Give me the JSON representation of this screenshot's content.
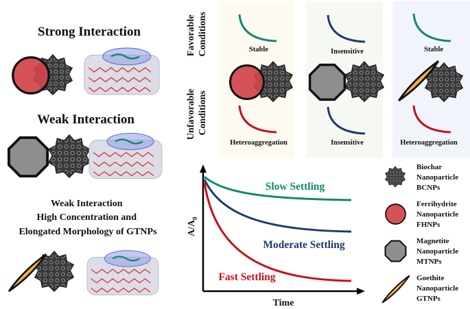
{
  "left_panel": {
    "strong_title": "Strong Interaction",
    "weak_title": "Weak Interaction",
    "weak_gtnp_lines": [
      "Weak Interaction",
      "High Concentration and",
      "Elongated Morphology of GTNPs"
    ]
  },
  "matrix": {
    "row_labels": [
      [
        "Favorable",
        "Conditions"
      ],
      [
        "Unfavorable",
        "Conditions"
      ]
    ],
    "columns": [
      {
        "particle": "FHNPs",
        "favorable": "Stable",
        "unfavorable": "Heteroaggregation",
        "fav_color": "#14886e",
        "unfav_color": "#c8101a"
      },
      {
        "particle": "MTNPs",
        "favorable": "Insensitive",
        "unfavorable": "Insensitive",
        "fav_color": "#1f3a6e",
        "unfav_color": "#1f3a6e"
      },
      {
        "particle": "GTNPs",
        "favorable": "Stable",
        "unfavorable": "Heteroaggregation",
        "fav_color": "#14886e",
        "unfav_color": "#c8101a"
      }
    ]
  },
  "settling_plot": {
    "ylabel": "A/A",
    "ylabel_sub": "0",
    "xlabel": "Time",
    "curves": [
      {
        "label": "Slow Settling",
        "color": "#14886e"
      },
      {
        "label": "Moderate Settling",
        "color": "#1f3a6e"
      },
      {
        "label": "Fast Settling",
        "color": "#c8101a"
      }
    ]
  },
  "legend": [
    {
      "icon": "biochar-star-icon",
      "lines": [
        "Biochar",
        "Nanoparticle",
        "BCNPs"
      ]
    },
    {
      "icon": "red-circle-icon",
      "lines": [
        "Ferrihydrite",
        "Nanoparticle",
        "FHNPs"
      ]
    },
    {
      "icon": "gray-octagon-icon",
      "lines": [
        "Magnetite",
        "Nanoparticle",
        "MTNPs"
      ]
    },
    {
      "icon": "goethite-spindle-icon",
      "lines": [
        "Goethite",
        "Nanoparticle",
        "GTNPs"
      ]
    }
  ],
  "colors": {
    "ferrihydrite": "#d0444b",
    "magnetite": "#8e8e8e",
    "goethite": "#f0b04a",
    "biochar": "#555555"
  }
}
